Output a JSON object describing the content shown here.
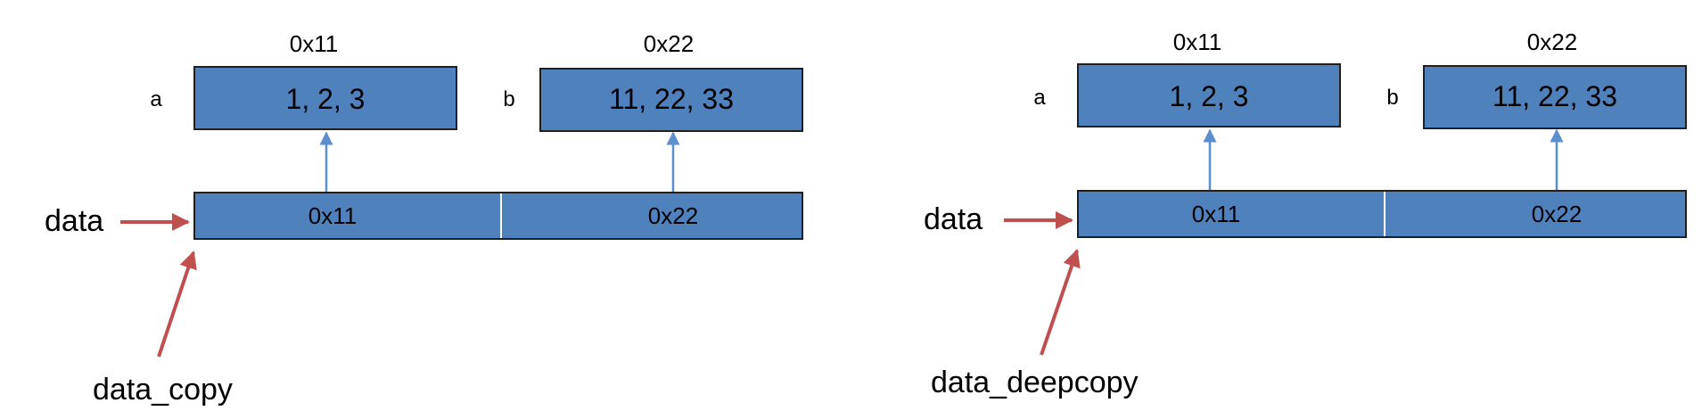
{
  "colors": {
    "box_fill": "#4f81bd",
    "box_stroke": "#1f1f1f",
    "up_arrow": "#5b8fd0",
    "pointer_arrow": "#c0504d",
    "divider": "#ffffff"
  },
  "left": {
    "a_addr": "0x11",
    "b_addr": "0x22",
    "a_label": "a",
    "b_label": "b",
    "a_values": "1, 2, 3",
    "b_values": "11, 22, 33",
    "cell1": "0x11",
    "cell2": "0x22",
    "data_label": "data",
    "copy_label": "data_copy"
  },
  "right": {
    "a_addr": "0x11",
    "b_addr": "0x22",
    "a_label": "a",
    "b_label": "b",
    "a_values": "1, 2, 3",
    "b_values": "11, 22, 33",
    "cell1": "0x11",
    "cell2": "0x22",
    "data_label": "data",
    "copy_label": "data_deepcopy"
  }
}
